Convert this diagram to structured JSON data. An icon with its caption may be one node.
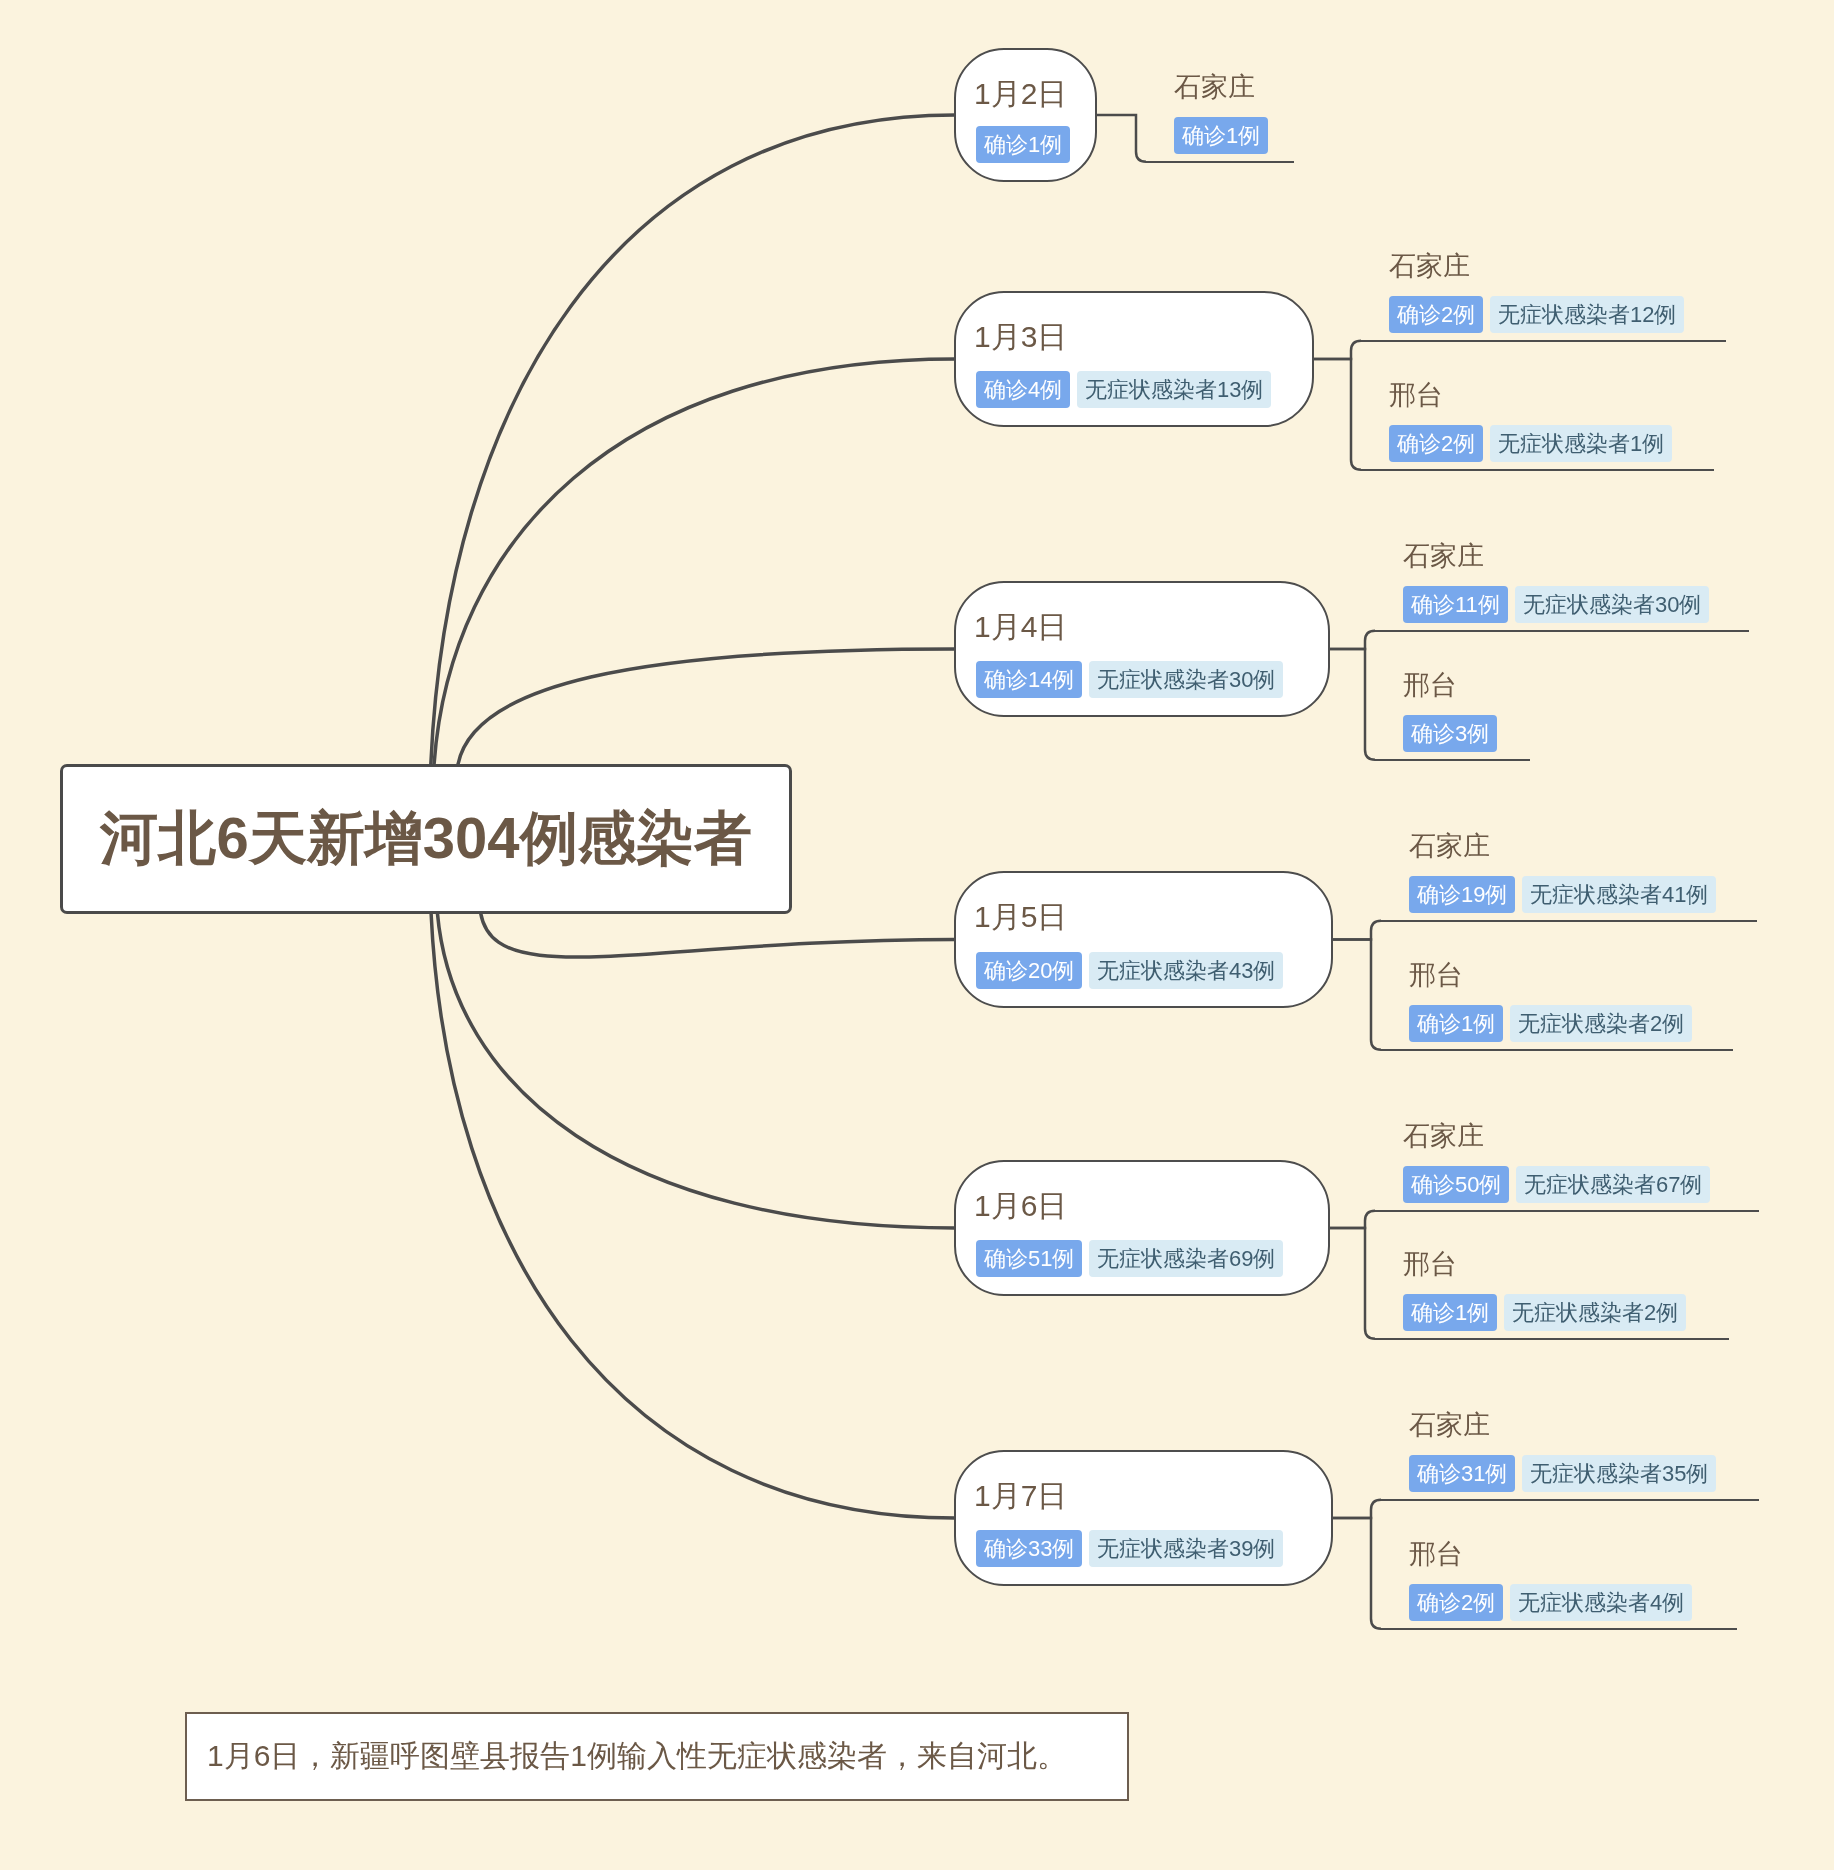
{
  "diagram": {
    "nodes": [
      {
        "text": [
          "河北6天新增304例感染者"
        ]
      },
      {
        "text": [
          "1月2日"
        ]
      },
      {
        "text": [
          "确诊1例"
        ],
        "in": 1
      },
      {
        "text": [
          "石家庄"
        ]
      },
      {
        "text": [
          "确诊1例"
        ],
        "in": 3
      },
      {
        "text": [
          "1月3日"
        ]
      },
      {
        "text": [
          "确诊4例"
        ],
        "in": 5
      },
      {
        "text": [
          "无症状感染者13例"
        ],
        "in": 5
      },
      {
        "text": [
          "石家庄"
        ]
      },
      {
        "text": [
          "确诊2例"
        ],
        "in": 8
      },
      {
        "text": [
          "无症状感染者12例"
        ],
        "in": 8
      },
      {
        "text": [
          "邢台"
        ]
      },
      {
        "text": [
          "确诊2例"
        ],
        "in": 11
      },
      {
        "text": [
          "无症状感染者1例"
        ],
        "in": 11
      },
      {
        "text": [
          "1月4日"
        ]
      },
      {
        "text": [
          "确诊14例"
        ],
        "in": 14
      },
      {
        "text": [
          "无症状感染者30例"
        ],
        "in": 14
      },
      {
        "text": [
          "石家庄"
        ]
      },
      {
        "text": [
          "确诊11例"
        ],
        "in": 17
      },
      {
        "text": [
          "无症状感染者30例"
        ],
        "in": 17
      },
      {
        "text": [
          "邢台"
        ]
      },
      {
        "text": [
          "确诊3例"
        ],
        "in": 20
      },
      {
        "text": [
          "1月5日"
        ]
      },
      {
        "text": [
          "确诊20例"
        ],
        "in": 22
      },
      {
        "text": [
          "无症状感染者43例"
        ],
        "in": 22
      },
      {
        "text": [
          "石家庄"
        ]
      },
      {
        "text": [
          "确诊19例"
        ],
        "in": 25
      },
      {
        "text": [
          "无症状感染者41例"
        ],
        "in": 25
      },
      {
        "text": [
          "邢台"
        ]
      },
      {
        "text": [
          "确诊1例"
        ],
        "in": 28
      },
      {
        "text": [
          "无症状感染者2例"
        ],
        "in": 28
      },
      {
        "text": [
          "1月6日"
        ]
      },
      {
        "text": [
          "确诊51例"
        ],
        "in": 31
      },
      {
        "text": [
          "无症状感染者69例"
        ],
        "in": 31
      },
      {
        "text": [
          "石家庄"
        ]
      },
      {
        "text": [
          "确诊50例"
        ],
        "in": 34
      },
      {
        "text": [
          "无症状感染者67例"
        ],
        "in": 34
      },
      {
        "text": [
          "邢台"
        ]
      },
      {
        "text": [
          "确诊1例"
        ],
        "in": 37
      },
      {
        "text": [
          "无症状感染者2例"
        ],
        "in": 37
      },
      {
        "text": [
          "1月7日"
        ]
      },
      {
        "text": [
          "确诊33例"
        ],
        "in": 40
      },
      {
        "text": [
          "无症状感染者39例"
        ],
        "in": 40
      },
      {
        "text": [
          "石家庄"
        ]
      },
      {
        "text": [
          "确诊31例"
        ],
        "in": 43
      },
      {
        "text": [
          "无症状感染者35例"
        ],
        "in": 43
      },
      {
        "text": [
          "邢台"
        ]
      },
      {
        "text": [
          "确诊2例"
        ],
        "in": 46
      },
      {
        "text": [
          "无症状感染者4例"
        ],
        "in": 46
      },
      {
        "text": [
          "1月6日，新疆呼图壁县报告1例输入性无症状感染者，来自河北。"
        ]
      }
    ],
    "edges": [
      {
        "from": 0,
        "to": 1,
        "arrow": "none"
      },
      {
        "from": 1,
        "to": 3,
        "arrow": "none"
      },
      {
        "from": 0,
        "to": 5,
        "arrow": "none"
      },
      {
        "from": 5,
        "to": 8,
        "arrow": "none"
      },
      {
        "from": 5,
        "to": 11,
        "arrow": "none"
      },
      {
        "from": 0,
        "to": 14,
        "arrow": "none"
      },
      {
        "from": 14,
        "to": 17,
        "arrow": "none"
      },
      {
        "from": 14,
        "to": 20,
        "arrow": "none"
      },
      {
        "from": 0,
        "to": 22,
        "arrow": "none"
      },
      {
        "from": 22,
        "to": 25,
        "arrow": "none"
      },
      {
        "from": 22,
        "to": 28,
        "arrow": "none"
      },
      {
        "from": 0,
        "to": 31,
        "arrow": "none"
      },
      {
        "from": 31,
        "to": 34,
        "arrow": "none"
      },
      {
        "from": 31,
        "to": 37,
        "arrow": "none"
      },
      {
        "from": 0,
        "to": 40,
        "arrow": "none"
      },
      {
        "from": 40,
        "to": 43,
        "arrow": "none"
      },
      {
        "from": 40,
        "to": 46,
        "arrow": "none"
      }
    ]
  }
}
